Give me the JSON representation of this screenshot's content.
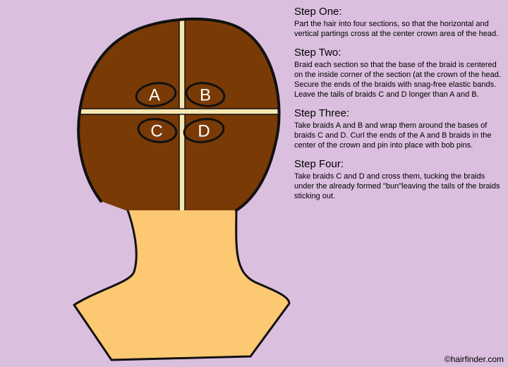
{
  "sections": [
    {
      "label": "A"
    },
    {
      "label": "B"
    },
    {
      "label": "C"
    },
    {
      "label": "D"
    }
  ],
  "colors": {
    "background": "#dbbfdf",
    "hair": "#7a3a06",
    "skin": "#fcc872",
    "parting": "#f6e6b0",
    "outline": "#111111"
  },
  "steps": [
    {
      "title": "Step One:",
      "body": "Part the hair into four sections, so that the horizontal and vertical partings cross at the center crown area of the head."
    },
    {
      "title": "Step Two:",
      "body": "Braid each section so that the base of the braid is centered on the inside corner of the section (at the crown of the head. Secure the ends of the braids with snag-free elastic bands. Leave the tails of braids C and D longer than A and B."
    },
    {
      "title": "Step Three:",
      "body": "Take braids A and B and wrap them around the bases of braids C and D. Curl the ends of the A and B braids in the center of the crown and pin into place with bob pins."
    },
    {
      "title": "Step Four:",
      "body": "Take braids C and D and cross them, tucking the braids under the already formed \"bun\"leaving the tails of the braids sticking out."
    }
  ],
  "credit": "©hairfinder.com"
}
